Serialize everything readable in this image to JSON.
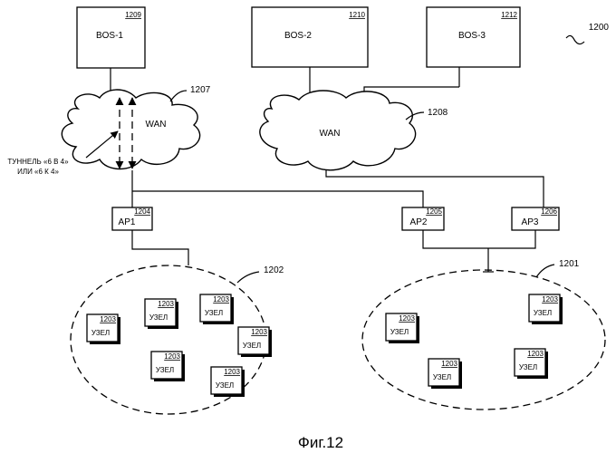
{
  "figure_number": "1200",
  "caption": "Фиг.12",
  "servers": [
    {
      "label": "BOS-1",
      "ref": "1209"
    },
    {
      "label": "BOS-2",
      "ref": "1210"
    },
    {
      "label": "BOS-3",
      "ref": "1212"
    }
  ],
  "wans": [
    {
      "label": "WAN",
      "ref": "1207"
    },
    {
      "label": "WAN",
      "ref": "1208"
    }
  ],
  "tunnel_note": {
    "line1": "ТУННЕЛЬ «6 В 4»",
    "line2": "ИЛИ «6 К 4»"
  },
  "access_points": [
    {
      "label": "AP1",
      "ref": "1204"
    },
    {
      "label": "AP2",
      "ref": "1205"
    },
    {
      "label": "AP3",
      "ref": "1206"
    }
  ],
  "clusters": [
    {
      "ref": "1202"
    },
    {
      "ref": "1201"
    }
  ],
  "node": {
    "label": "УЗЕЛ",
    "ref": "1203"
  }
}
